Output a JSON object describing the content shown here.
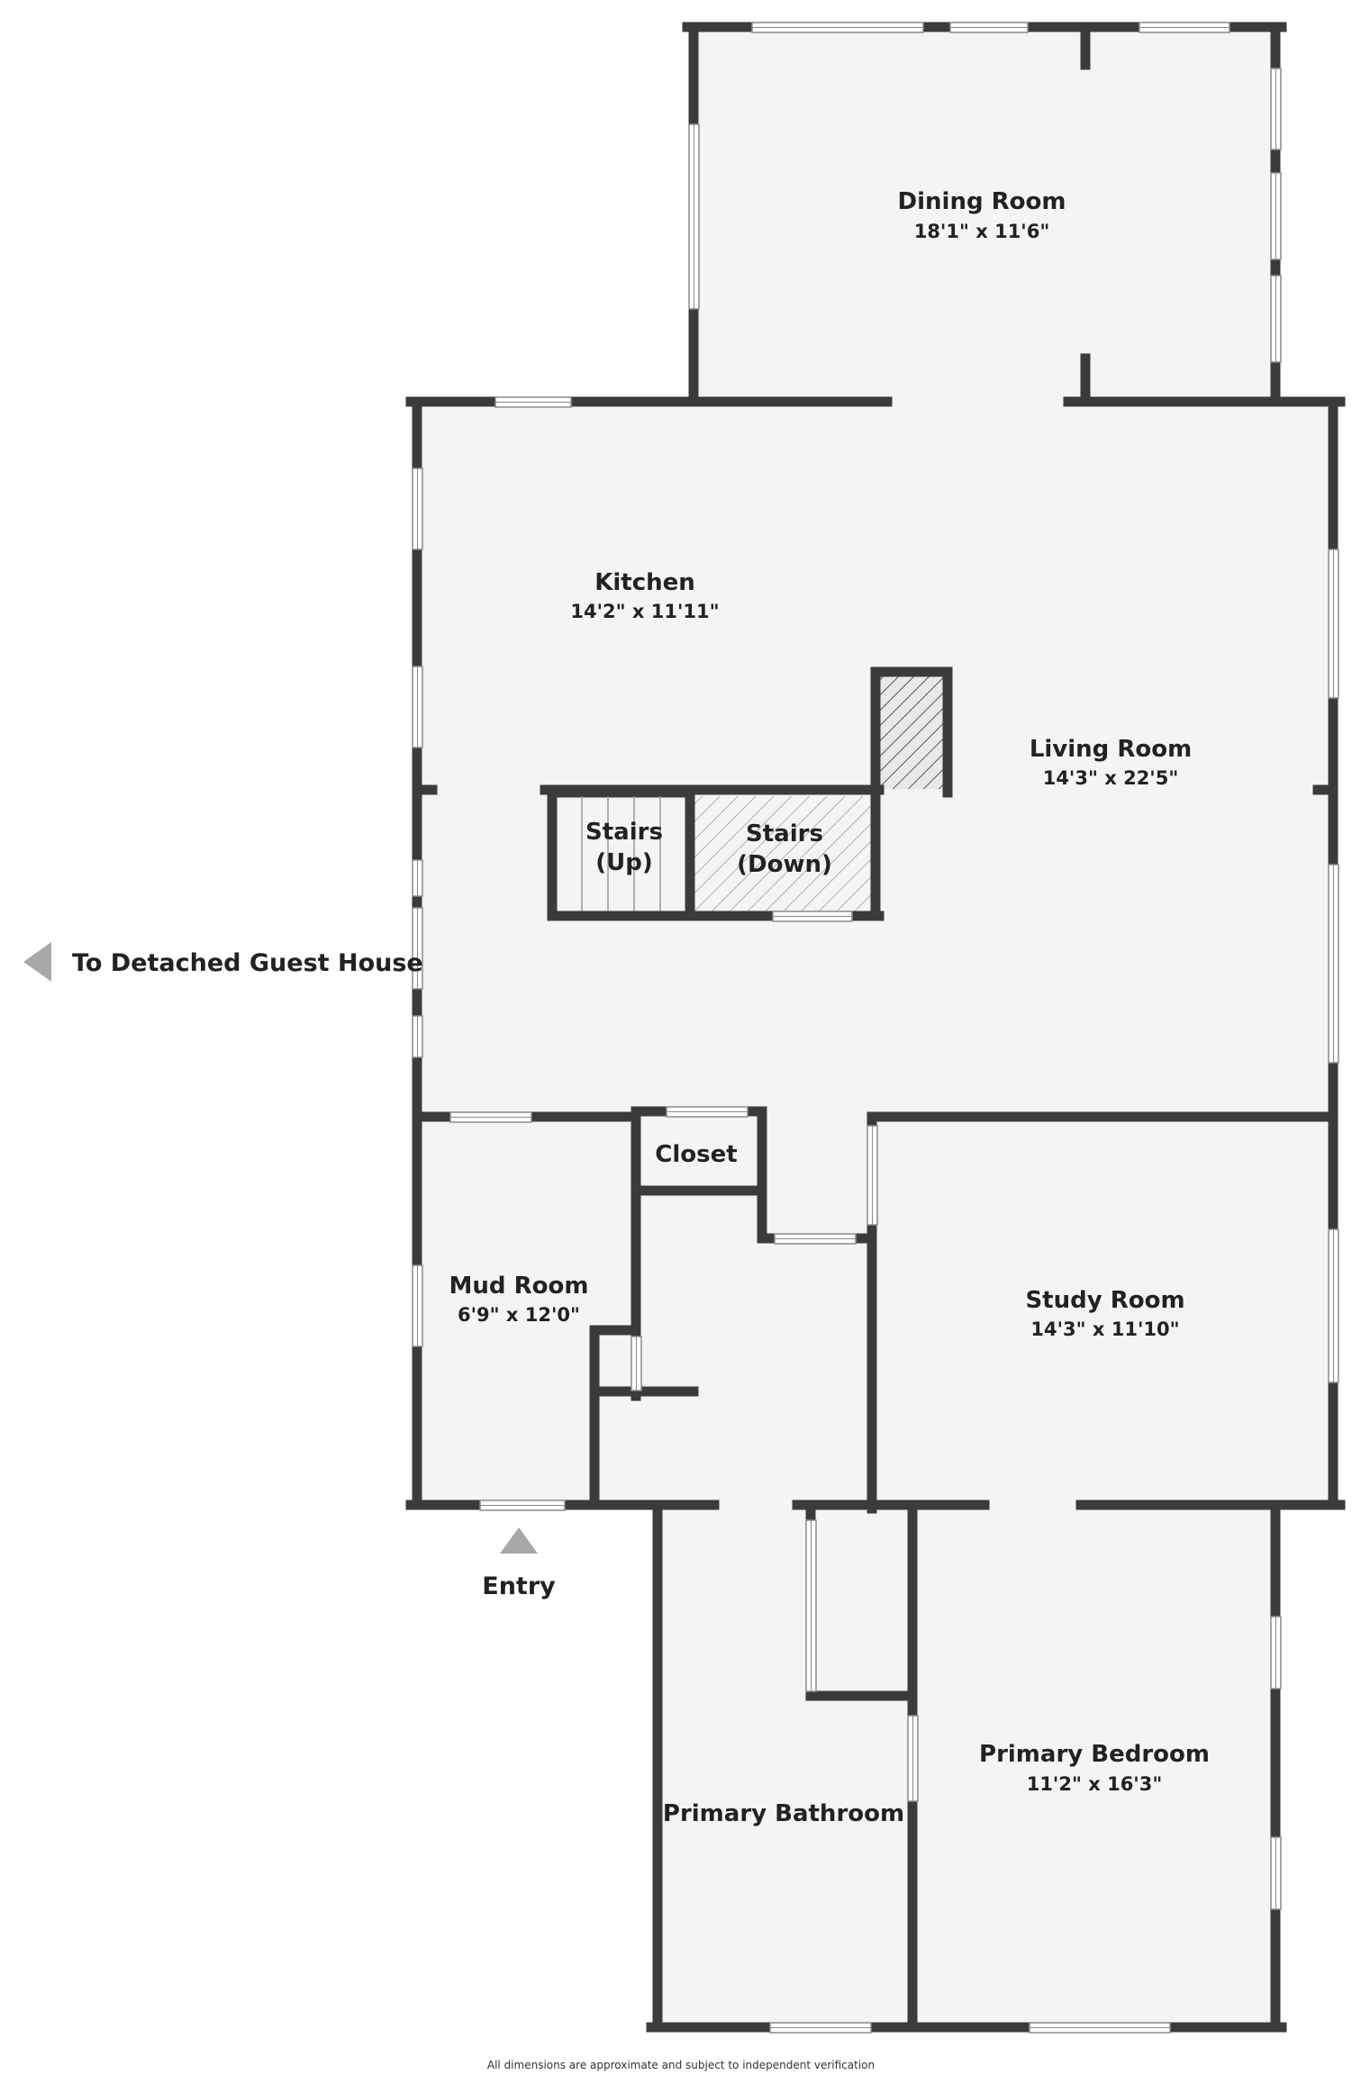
{
  "colors": {
    "wall": "#3b3b3b",
    "floor": "#f4f4f4",
    "window": "#ffffff",
    "window_stroke": "#8a8a8a",
    "arrow": "#a8a8a8"
  },
  "rooms": {
    "dining": {
      "name": "Dining Room",
      "dim": "18'1\" x 11'6\""
    },
    "kitchen": {
      "name": "Kitchen",
      "dim": "14'2\" x 11'11\""
    },
    "living": {
      "name": "Living Room",
      "dim": "14'3\" x 22'5\""
    },
    "stairs_up": {
      "line1": "Stairs",
      "line2": "(Up)"
    },
    "stairs_down": {
      "line1": "Stairs",
      "line2": "(Down)"
    },
    "closet": {
      "name": "Closet"
    },
    "mud": {
      "name": "Mud Room",
      "dim": "6'9\" x 12'0\""
    },
    "study": {
      "name": "Study Room",
      "dim": "14'3\" x 11'10\""
    },
    "bedroom": {
      "name": "Primary Bedroom",
      "dim": "11'2\" x 16'3\""
    },
    "bathroom": {
      "name": "Primary Bathroom"
    }
  },
  "labels": {
    "guest_house": "To Detached Guest House",
    "entry": "Entry"
  },
  "icons": {
    "guest_house_arrow": "triangle-left-icon",
    "entry_arrow": "triangle-up-icon"
  },
  "footer": "All dimensions are approximate and subject to independent verification"
}
